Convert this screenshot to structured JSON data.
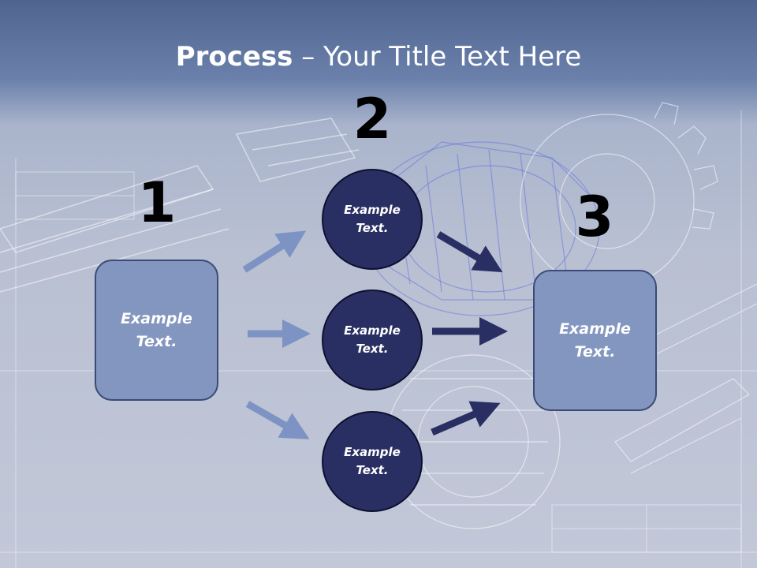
{
  "title": {
    "bold": "Process",
    "rest": " – Your Title Text Here"
  },
  "steps": [
    {
      "number": "1",
      "text": "Example\nText."
    },
    {
      "number": "2",
      "circles": [
        "Example\nText.",
        "Example\nText.",
        "Example\nText."
      ]
    },
    {
      "number": "3",
      "text": "Example\nText."
    }
  ],
  "colors": {
    "box": "#8296bf",
    "circle": "#2a2f63",
    "arrow_light": "#7d93c4",
    "arrow_dark": "#2a2f63"
  }
}
